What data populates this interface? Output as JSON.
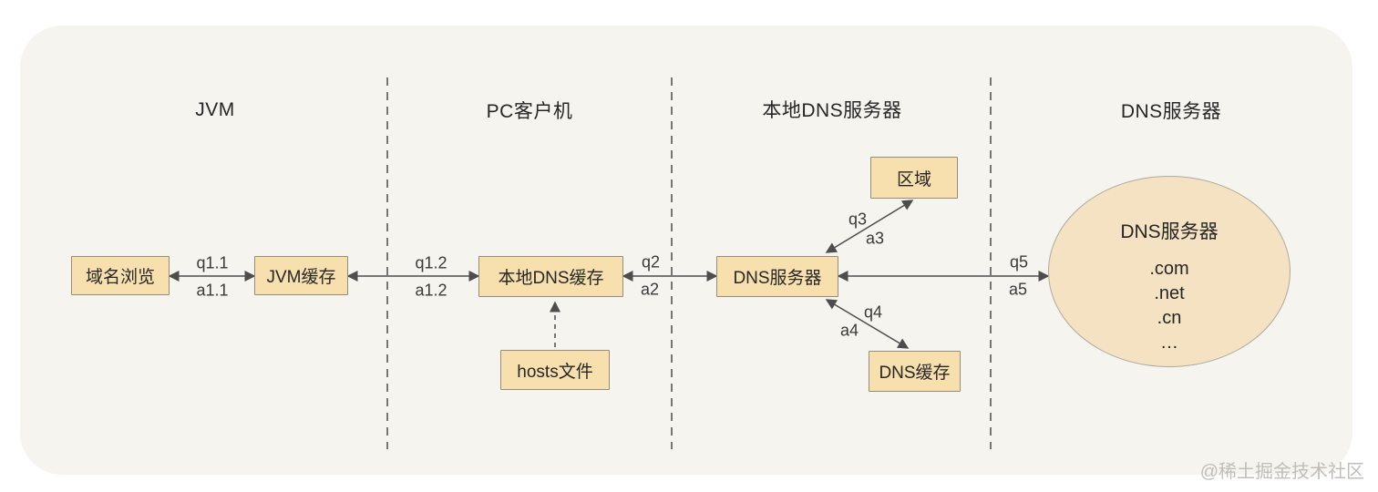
{
  "watermark": "@稀土掘金技术社区",
  "sections": [
    {
      "title": "JVM"
    },
    {
      "title": "PC客户机"
    },
    {
      "title": "本地DNS服务器"
    },
    {
      "title": "DNS服务器"
    }
  ],
  "nodes": {
    "domain_browse": "域名浏览",
    "jvm_cache": "JVM缓存",
    "local_dns_cache": "本地DNS缓存",
    "hosts_file": "hosts文件",
    "dns_server": "DNS服务器",
    "zone": "区域",
    "dns_cache": "DNS缓存"
  },
  "root_dns": {
    "title": "DNS服务器",
    "items": [
      ".com",
      ".net",
      ".cn",
      "…"
    ]
  },
  "edges": [
    {
      "q": "q1.1",
      "a": "a1.1"
    },
    {
      "q": "q1.2",
      "a": "a1.2"
    },
    {
      "q": "q2",
      "a": "a2"
    },
    {
      "q": "q3",
      "a": "a3"
    },
    {
      "q": "q4",
      "a": "a4"
    },
    {
      "q": "q5",
      "a": "a5"
    }
  ],
  "colors": {
    "canvas-bg": "#f5f4ef",
    "node-fill": "#f7e0ae",
    "node-border": "#948d7d",
    "ellipse-fill": "#f4e2c2",
    "ellipse-border": "#aeaaa0",
    "line": "#4d4d4d",
    "text": "#262626",
    "watermark": "#bfbeba"
  }
}
